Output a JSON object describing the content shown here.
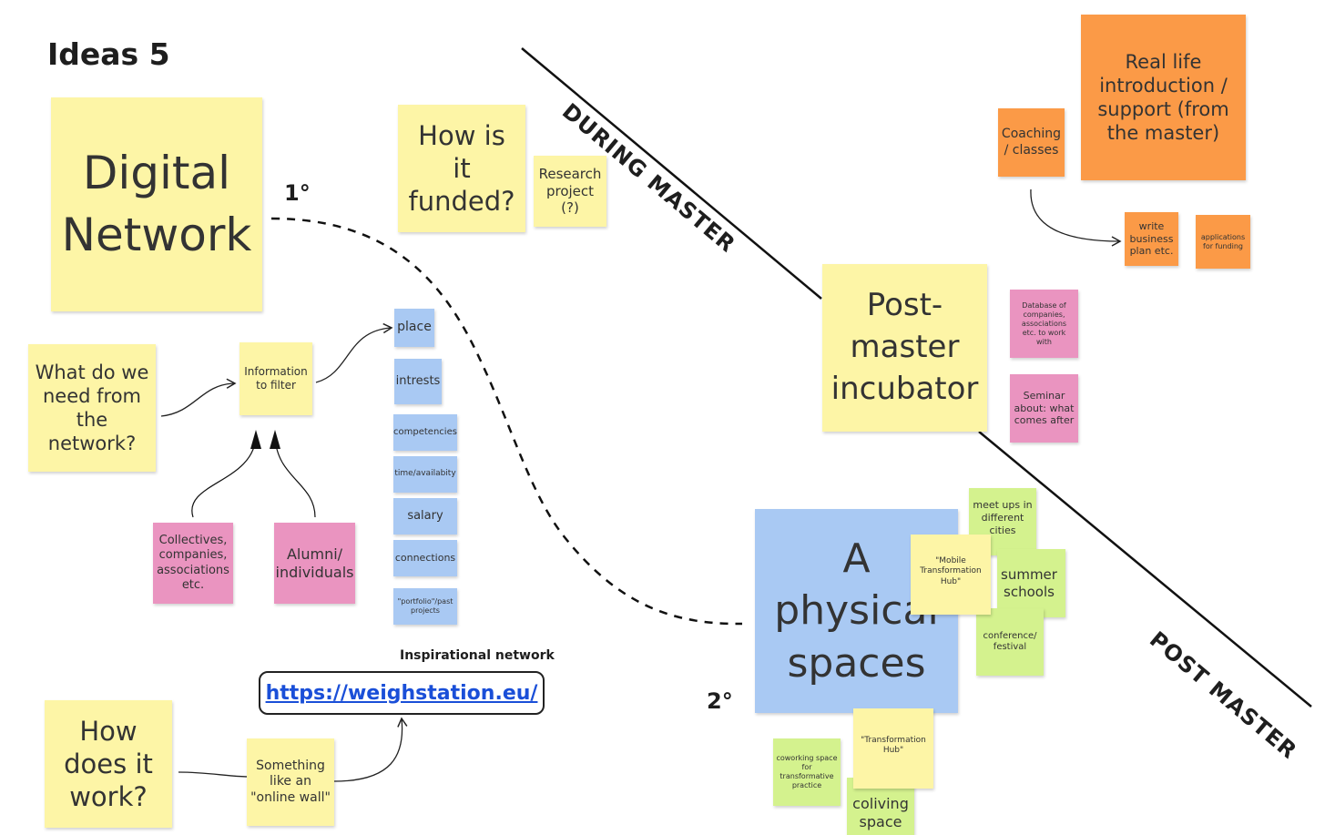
{
  "board": {
    "title": "Ideas 5",
    "during_master_label": "DURING MASTER",
    "post_master_label": "POST MASTER",
    "marker_1": "1°",
    "marker_2": "2°",
    "inspirational_label": "Inspirational network",
    "link_text": "https://weighstation.eu/"
  },
  "notes": {
    "digital_network": "Digital Network",
    "how_funded": "How is it funded?",
    "research_project": "Research project (?)",
    "what_need": "What do we need from the network?",
    "information_filter": "Information to filter",
    "collectives": "Collectives, companies, associations etc.",
    "alumni": "Alumni/ individuals",
    "place": "place",
    "intrests": "intrests",
    "competencies": "competencies",
    "time_availability": "time/availabity",
    "salary": "salary",
    "connections": "connections",
    "portfolio": "\"portfolio\"/past projects",
    "how_work": "How does it work?",
    "online_wall": "Something like an \"online wall\"",
    "real_life": "Real life introduction / support (from the master)",
    "coaching": "Coaching / classes",
    "write_business": "write business plan etc.",
    "applications": "applications for funding",
    "post_master_incubator": "Post-master incubator",
    "database": "Database of companies, associations etc. to work with",
    "seminar": "Seminar about: what comes after",
    "physical_spaces": "A physical spaces",
    "meet_ups": "meet ups in different cities",
    "mobile_hub": "\"Mobile Transformation Hub\"",
    "summer_schools": "summer schools",
    "conference": "conference/ festival",
    "coworking": "coworking space for transformative practice",
    "transformation_hub": "\"Transformation Hub\"",
    "coliving": "coliving space"
  },
  "colors": {
    "yellow": "#fdf5a6",
    "orange": "#fb9a47",
    "pink": "#ea94c0",
    "blue": "#a9c9f3",
    "green": "#d4f28e",
    "link": "#1a4fd8"
  }
}
